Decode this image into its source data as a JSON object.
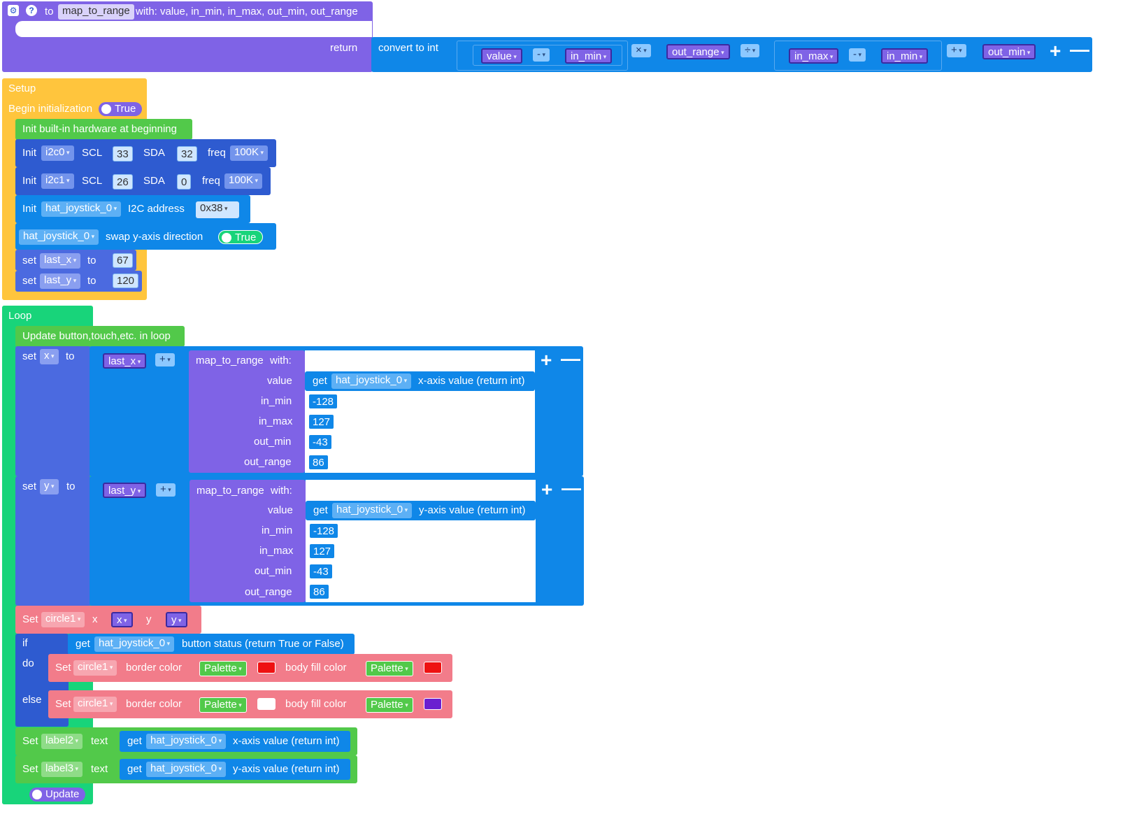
{
  "func": {
    "kw_to": "to",
    "name": "map_to_range",
    "with_params": "with: value, in_min, in_max, out_min, out_range",
    "return_label": "return",
    "convert": "convert to int",
    "expr": [
      "value",
      "-",
      "in_min",
      "×",
      "out_range",
      "÷",
      "in_max",
      "-",
      "in_min",
      "+",
      "out_min"
    ]
  },
  "setup": {
    "title": "Setup",
    "begin": "Begin initialization",
    "begin_toggle": "True",
    "init_hw": "Init built-in hardware at beginning",
    "i2c0": {
      "init": "Init",
      "port": "i2c0",
      "scl": "SCL",
      "scl_val": "33",
      "sda": "SDA",
      "sda_val": "32",
      "freq": "freq",
      "freq_val": "100K"
    },
    "i2c1": {
      "init": "Init",
      "port": "i2c1",
      "scl": "SCL",
      "scl_val": "26",
      "sda": "SDA",
      "sda_val": "0",
      "freq": "freq",
      "freq_val": "100K"
    },
    "joy_init": {
      "init": "Init",
      "name": "hat_joystick_0",
      "addr_label": "I2C address",
      "addr": "0x38"
    },
    "swap": {
      "name": "hat_joystick_0",
      "label": "swap y-axis direction",
      "val": "True"
    },
    "set_x": {
      "set": "set",
      "var": "last_x",
      "to": "to",
      "val": "67"
    },
    "set_y": {
      "set": "set",
      "var": "last_y",
      "to": "to",
      "val": "120"
    }
  },
  "loop": {
    "title": "Loop",
    "update_btn": "Update button,touch,etc. in loop",
    "set_x": {
      "set": "set",
      "var": "x",
      "to": "to",
      "last": "last_x",
      "op": "+",
      "fn": "map_to_range",
      "with": "with:",
      "value_label": "value",
      "get": "get",
      "joy": "hat_joystick_0",
      "axis": "x-axis value (return int)",
      "in_min_label": "in_min",
      "in_min": "-128",
      "in_max_label": "in_max",
      "in_max": "127",
      "out_min_label": "out_min",
      "out_min": "-43",
      "out_range_label": "out_range",
      "out_range": "86"
    },
    "set_y": {
      "set": "set",
      "var": "y",
      "to": "to",
      "last": "last_y",
      "op": "+",
      "fn": "map_to_range",
      "with": "with:",
      "value_label": "value",
      "get": "get",
      "joy": "hat_joystick_0",
      "axis": "y-axis value (return int)",
      "in_min_label": "in_min",
      "in_min": "-128",
      "in_max_label": "in_max",
      "in_max": "127",
      "out_min_label": "out_min",
      "out_min": "-43",
      "out_range_label": "out_range",
      "out_range": "86"
    },
    "circle": {
      "set": "Set",
      "name": "circle1",
      "x_label": "x",
      "x": "x",
      "y_label": "y",
      "y": "y"
    },
    "if": {
      "if": "if",
      "do": "do",
      "else": "else",
      "get": "get",
      "joy": "hat_joystick_0",
      "cond": "button status (return True or False)"
    },
    "do_set": {
      "set": "Set",
      "name": "circle1",
      "border": "border color",
      "palette": "Palette",
      "body": "body fill color",
      "border_color": "#ee1111",
      "body_color": "#ee1111"
    },
    "else_set": {
      "set": "Set",
      "name": "circle1",
      "border": "border color",
      "palette": "Palette",
      "body": "body fill color",
      "border_color": "#ffffff",
      "body_color": "#6a1fd0"
    },
    "label2": {
      "set": "Set",
      "name": "label2",
      "text": "text",
      "get": "get",
      "joy": "hat_joystick_0",
      "axis": "x-axis value (return int)"
    },
    "label3": {
      "set": "Set",
      "name": "label3",
      "text": "text",
      "get": "get",
      "joy": "hat_joystick_0",
      "axis": "y-axis value (return int)"
    },
    "update": "Update"
  },
  "icons": {
    "plus": "+",
    "minus": "—",
    "gear": "⚙",
    "help": "?"
  },
  "colors": {
    "purple": "#7f63e6",
    "blue": "#0f87e8",
    "setup_yellow": "#ffc53d",
    "loop_green": "#18d47a",
    "hw_green": "#52c94a",
    "init_blue": "#2e5bd0",
    "var_blue": "#4b6ae0",
    "pink": "#f27c8a"
  }
}
